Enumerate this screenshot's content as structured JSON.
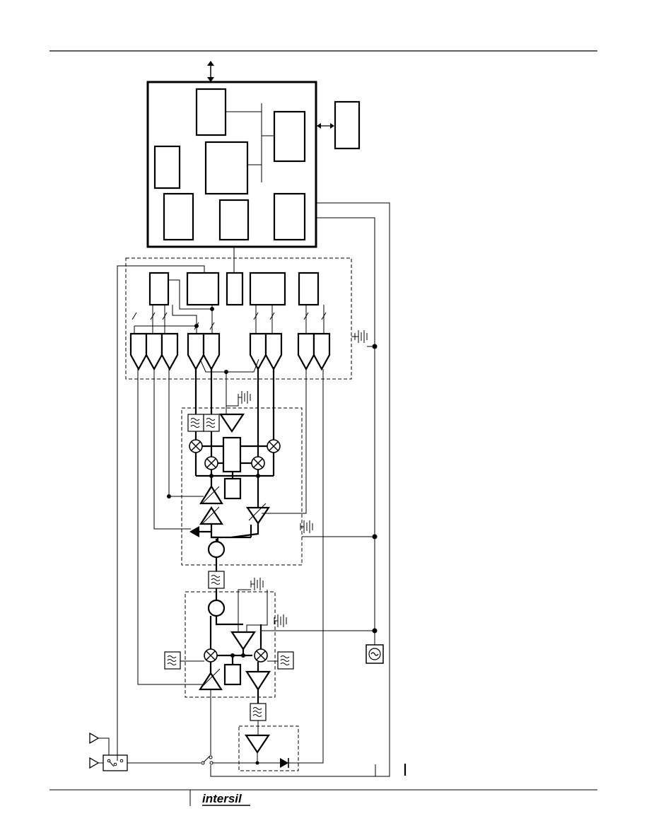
{
  "footer": {
    "logo": "intersil"
  },
  "colors": {
    "line": "#000000",
    "background": "#ffffff"
  },
  "icons": {
    "filter": "filter-symbol",
    "mixer": "mixer-symbol",
    "amplifier": "amplifier-symbol",
    "adc": "converter-symbol",
    "oscillator": "oscillator-symbol",
    "switch": "switch-symbol",
    "antenna": "antenna-symbol",
    "diode": "diode-symbol",
    "ground": "ground-symbol"
  }
}
